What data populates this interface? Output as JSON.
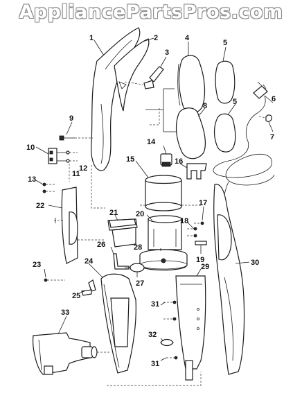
{
  "watermark": "AppliancePartsPros.com",
  "labels": {
    "p1": "1",
    "p2": "2",
    "p3": "3",
    "p4": "4",
    "p5a": "5",
    "p5b": "5",
    "p6": "6",
    "p7": "7",
    "p8": "8",
    "p9": "9",
    "p10": "10",
    "p11": "11",
    "p12": "12",
    "p13": "13",
    "p14": "14",
    "p15": "15",
    "p16": "16",
    "p17": "17",
    "p18": "18",
    "p19": "19",
    "p20": "20",
    "p21": "21",
    "p22": "22",
    "p23": "23",
    "p24": "24",
    "p25": "25",
    "p26": "26",
    "p27": "27",
    "p28": "28",
    "p29": "29",
    "p30": "30",
    "p31a": "31",
    "p31b": "31",
    "p32": "32",
    "p33": "33"
  }
}
